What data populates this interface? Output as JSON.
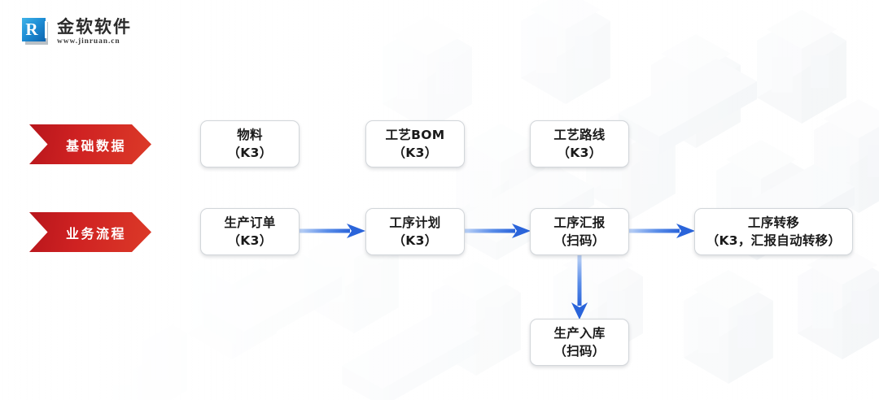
{
  "brand": {
    "logo_icon": "jinruan-r-logo-icon",
    "name": "金软软件",
    "url": "www.jinruan.cn"
  },
  "colors": {
    "ribbon_red": "#CC2020",
    "arrow_blue": "#2F6FE0",
    "arrow_blue_light": "#9FBFF2",
    "node_border": "#D2D6DA",
    "text": "#1A1A1A"
  },
  "rows": [
    {
      "id": "basic-data",
      "ribbon_label": "基础数据",
      "nodes": [
        {
          "id": "material",
          "line1": "物料",
          "line2": "（K3）"
        },
        {
          "id": "bom",
          "line1": "工艺BOM",
          "line2": "（K3）"
        },
        {
          "id": "route",
          "line1": "工艺路线",
          "line2": "（K3）"
        }
      ]
    },
    {
      "id": "business-process",
      "ribbon_label": "业务流程",
      "nodes": [
        {
          "id": "order",
          "line1": "生产订单",
          "line2": "（K3）"
        },
        {
          "id": "plan",
          "line1": "工序计划",
          "line2": "（K3）"
        },
        {
          "id": "report",
          "line1": "工序汇报",
          "line2": "（扫码）"
        },
        {
          "id": "transfer",
          "line1": "工序转移",
          "line2": "（K3，汇报自动转移）"
        },
        {
          "id": "stockin",
          "line1": "生产入库",
          "line2": "（扫码）"
        }
      ]
    }
  ],
  "arrows": [
    {
      "id": "order-to-plan",
      "from": "order",
      "to": "plan",
      "direction": "right"
    },
    {
      "id": "plan-to-report",
      "from": "plan",
      "to": "report",
      "direction": "right"
    },
    {
      "id": "report-to-transfer",
      "from": "report",
      "to": "transfer",
      "direction": "right"
    },
    {
      "id": "report-to-stockin",
      "from": "report",
      "to": "stockin",
      "direction": "down"
    }
  ]
}
